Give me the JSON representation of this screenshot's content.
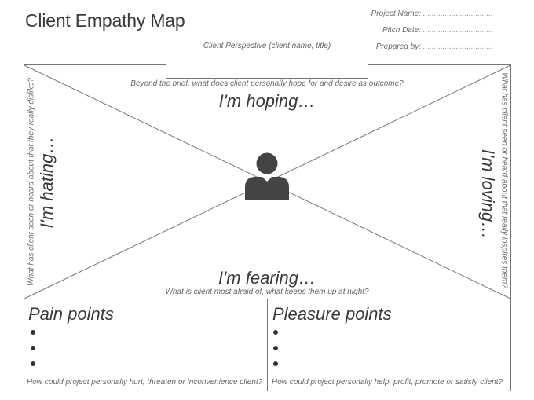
{
  "header": {
    "title": "Client Empathy Map",
    "fields": [
      {
        "label": "Project Name:",
        "dots": "................................"
      },
      {
        "label": "Pitch Date:",
        "dots": "................................"
      },
      {
        "label": "Prepared by:",
        "dots": "................................"
      }
    ]
  },
  "perspective": {
    "label": "Client Perspective (client name, title)",
    "value": ""
  },
  "map": {
    "top_question": "Beyond the brief, what does client personally hope for and desire as outcome?",
    "top_heading": "I'm hoping…",
    "left_question": "What has client seen or heard about that they really dislike?",
    "left_heading": "I'm hating…",
    "right_question": "What has client seen or heard about that really inspires them?",
    "right_heading": "I'm loving…",
    "bottom_heading": "I'm fearing…",
    "bottom_question": "What is client most afraid of, what keeps them up at night?",
    "center_icon": "person-icon"
  },
  "pain": {
    "title": "Pain points",
    "bullets": [
      "",
      "",
      ""
    ],
    "question": "How could project personally hurt, threaten or inconvenience client?"
  },
  "pleasure": {
    "title": "Pleasure points",
    "bullets": [
      "",
      "",
      ""
    ],
    "question": "How could project personally help, profit, promote or satisfy client?"
  }
}
